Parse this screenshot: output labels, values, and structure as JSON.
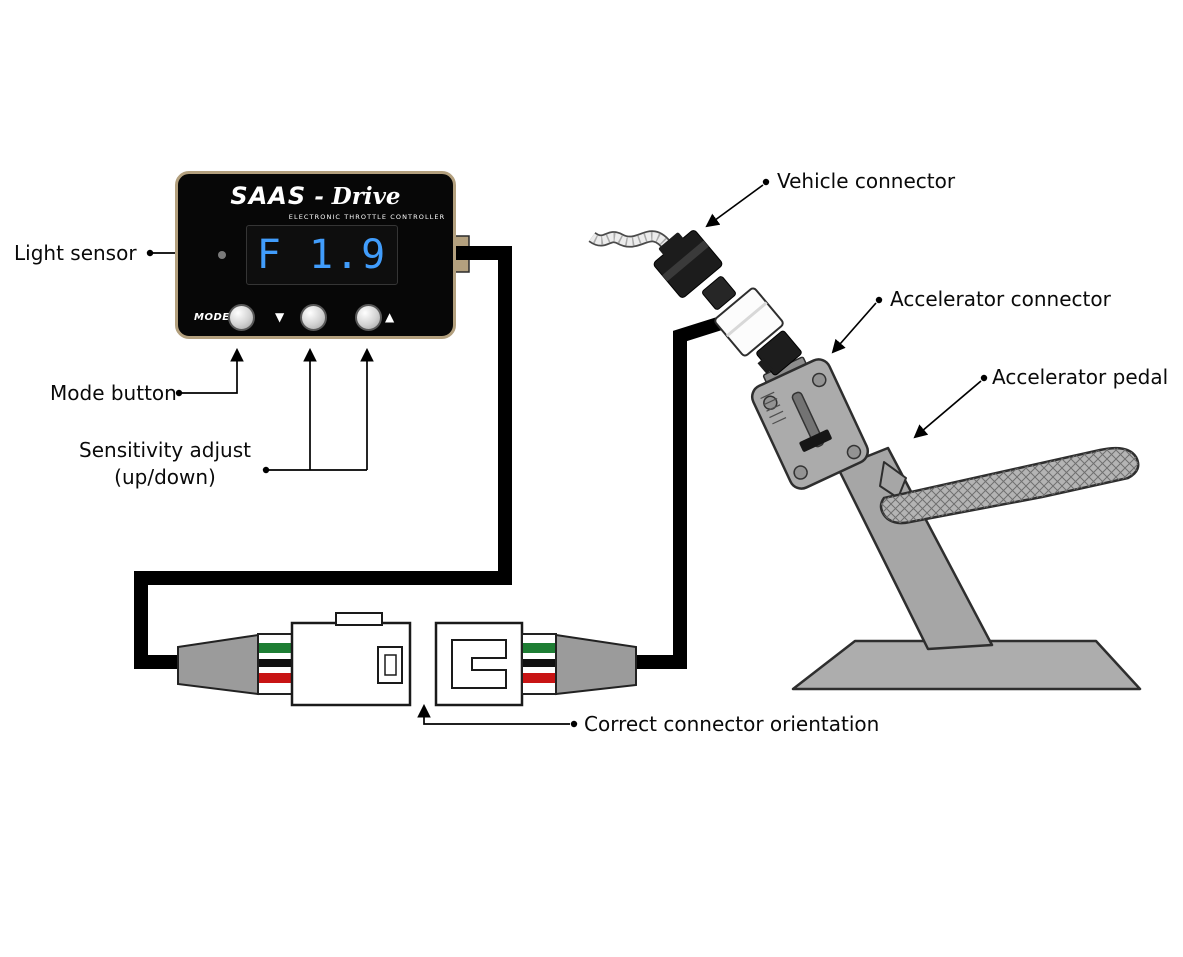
{
  "meta": {
    "title": "SAAS-Drive electronic throttle controller installation diagram"
  },
  "device": {
    "brand": "SAAS",
    "brand_suffix": "- Drive",
    "subtitle": "ELECTRONIC THROTTLE CONTROLLER",
    "display_value": "F 1.9",
    "mode_label": "MODE",
    "down_arrow": "▼",
    "up_arrow": "▲"
  },
  "callouts": {
    "light_sensor": "Light sensor",
    "mode_button": "Mode button",
    "sensitivity_adjust_line1": "Sensitivity adjust",
    "sensitivity_adjust_line2": "(up/down)",
    "vehicle_connector": "Vehicle connector",
    "accelerator_connector": "Accelerator connector",
    "accelerator_pedal": "Accelerator pedal",
    "correct_connector_orientation": "Correct connector orientation"
  },
  "colors": {
    "background": "#ffffff",
    "device_body": "#070707",
    "device_border": "#b3a07e",
    "display_text": "#419dfc",
    "cable": "#000000",
    "pedal_gray": "#ababab",
    "connector_boot_gray": "#9b9b9b",
    "wire_green": "#1e7e34",
    "wire_black": "#111111",
    "wire_red": "#c81414"
  }
}
